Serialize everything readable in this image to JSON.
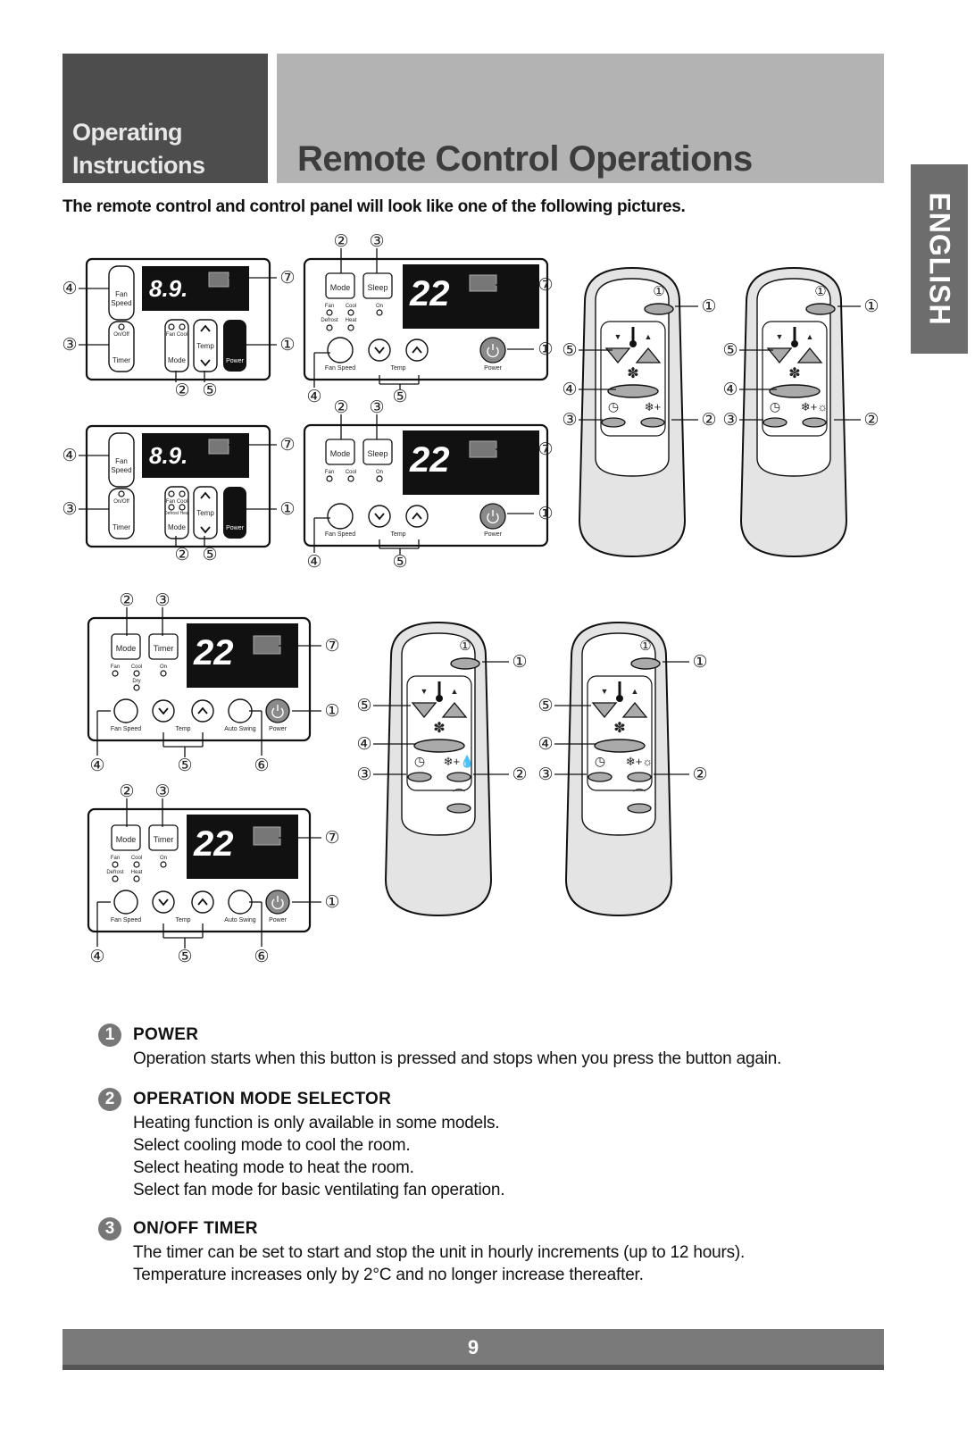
{
  "header": {
    "section_line1": "Operating",
    "section_line2": "Instructions",
    "title": "Remote Control Operations"
  },
  "language_tab": "ENGLISH",
  "intro": "The remote control and control panel will look like one of the following pictures.",
  "callouts": {
    "n1": "①",
    "n2": "②",
    "n3": "③",
    "n4": "④",
    "n5": "⑤",
    "n6": "⑥",
    "n7": "⑦"
  },
  "panel_labels": {
    "fan_speed": "Fan Speed",
    "on_off": "On/Off",
    "timer": "Timer",
    "fan": "Fan",
    "cool": "Cool",
    "mode": "Mode",
    "temp": "Temp",
    "power": "Power",
    "defrost": "Defrost",
    "heat": "Heat",
    "sleep": "Sleep",
    "on": "On",
    "dry": "Dry",
    "auto_swing": "Auto Swing"
  },
  "displays": {
    "small": "8.9.",
    "large": "22"
  },
  "sections": [
    {
      "number": "1",
      "title": "POWER",
      "lines": [
        "Operation starts when this button is pressed and stops when you press the button again."
      ]
    },
    {
      "number": "2",
      "title": "OPERATION MODE SELECTOR",
      "lines": [
        "Heating function is only available in some models.",
        "Select cooling mode to cool the room.",
        "Select heating mode to heat the room.",
        "Select fan mode for basic ventilating fan operation."
      ]
    },
    {
      "number": "3",
      "title": "ON/OFF TIMER",
      "lines": [
        "The timer can be set to start and stop the unit in hourly increments (up to 12 hours).",
        "Temperature increases only by 2°C and no longer increase thereafter."
      ]
    }
  ],
  "page_number": "9",
  "colors": {
    "header_dark": "#4d4d4d",
    "header_light": "#b3b3b3",
    "tab": "#6d6d6d",
    "footer": "#7a7a7a"
  }
}
